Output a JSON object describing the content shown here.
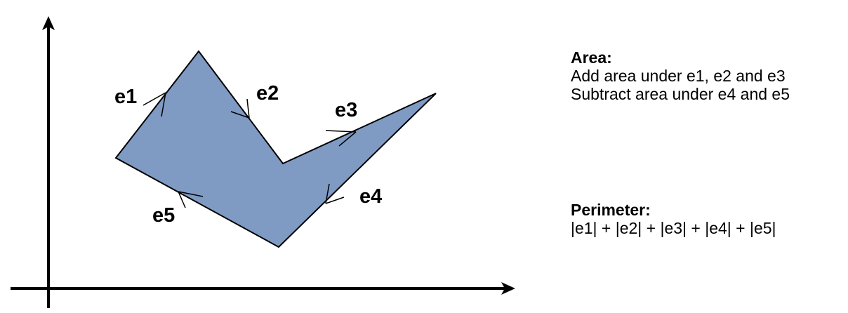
{
  "polygon": {
    "fill": "#7f9bc4",
    "stroke": "#000000"
  },
  "edges": {
    "e1": "e1",
    "e2": "e2",
    "e3": "e3",
    "e4": "e4",
    "e5": "e5"
  },
  "area": {
    "heading": "Area:",
    "add_text": "Add area under e1, e2 and e3",
    "subtract_text": "Subtract area under e4 and e5"
  },
  "perimeter": {
    "heading": "Perimeter:",
    "formula": "|e1| + |e2| + |e3| + |e4| + |e5|"
  }
}
